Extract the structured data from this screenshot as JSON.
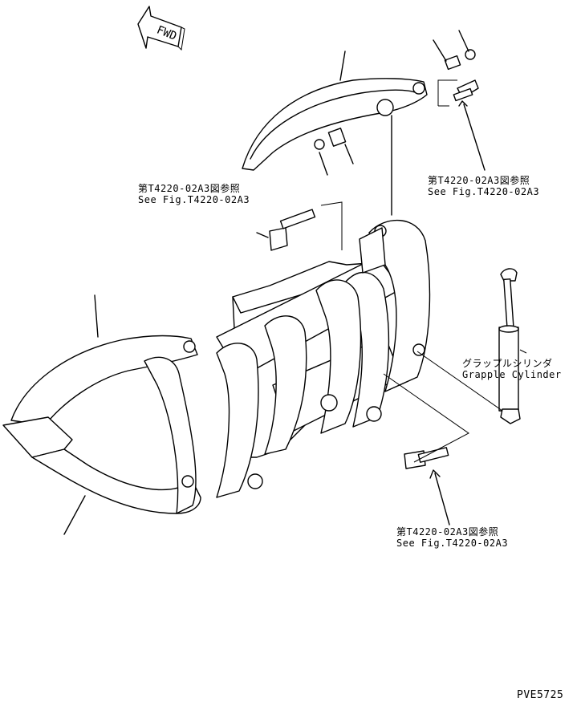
{
  "drawing_id": "PVE5725",
  "direction_marker": {
    "text": "FWD",
    "icon": "fwd-arrow-icon"
  },
  "references": [
    {
      "jp": "第T4220-02A3図参照",
      "en": "See Fig.T4220-02A3"
    },
    {
      "jp": "第T4220-02A3図参照",
      "en": "See Fig.T4220-02A3"
    },
    {
      "jp": "第T4220-02A3図参照",
      "en": "See Fig.T4220-02A3"
    }
  ],
  "component": {
    "jp": "グラップルシリンダ",
    "en": "Grapple Cylinder"
  }
}
